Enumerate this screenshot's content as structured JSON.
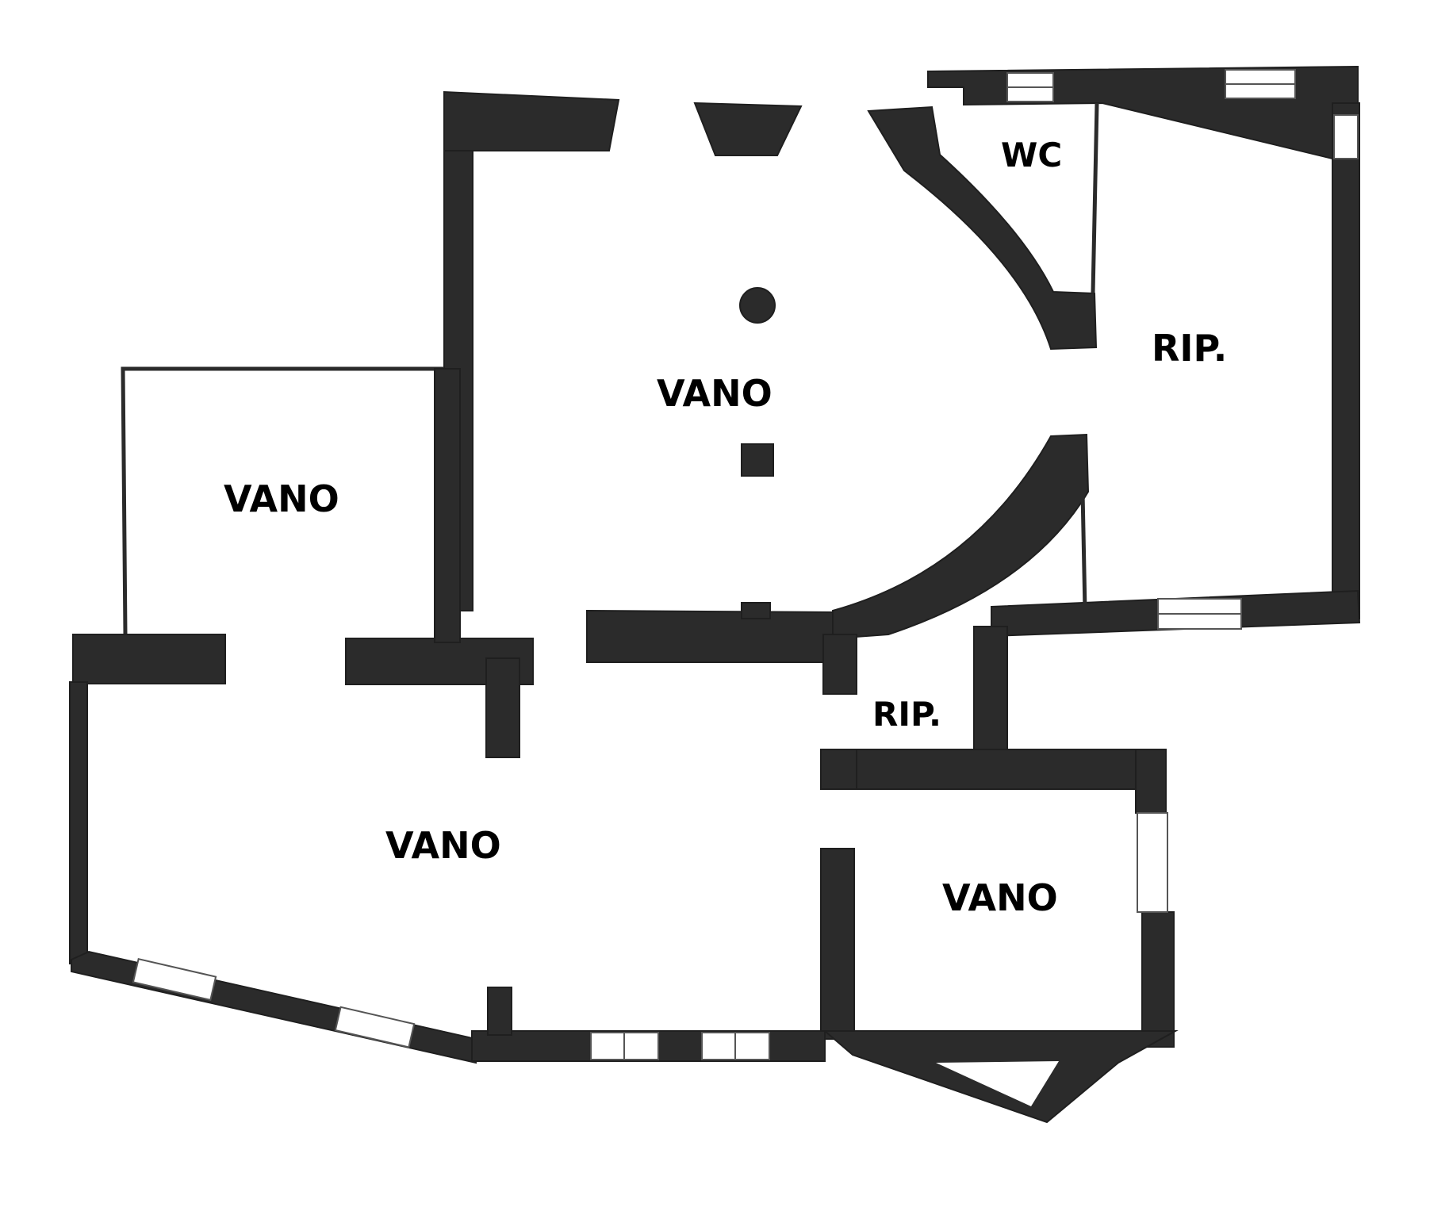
{
  "floor_plan": {
    "rooms": [
      {
        "id": "vano-top-center",
        "label": "VANO"
      },
      {
        "id": "vano-left",
        "label": "VANO"
      },
      {
        "id": "vano-bottom-left",
        "label": "VANO"
      },
      {
        "id": "vano-bottom-right",
        "label": "VANO"
      },
      {
        "id": "wc",
        "label": "WC"
      },
      {
        "id": "rip-right",
        "label": "RIP."
      },
      {
        "id": "rip-center",
        "label": "RIP."
      }
    ],
    "colors": {
      "wall": "#2b2b2b",
      "background": "#ffffff"
    }
  }
}
